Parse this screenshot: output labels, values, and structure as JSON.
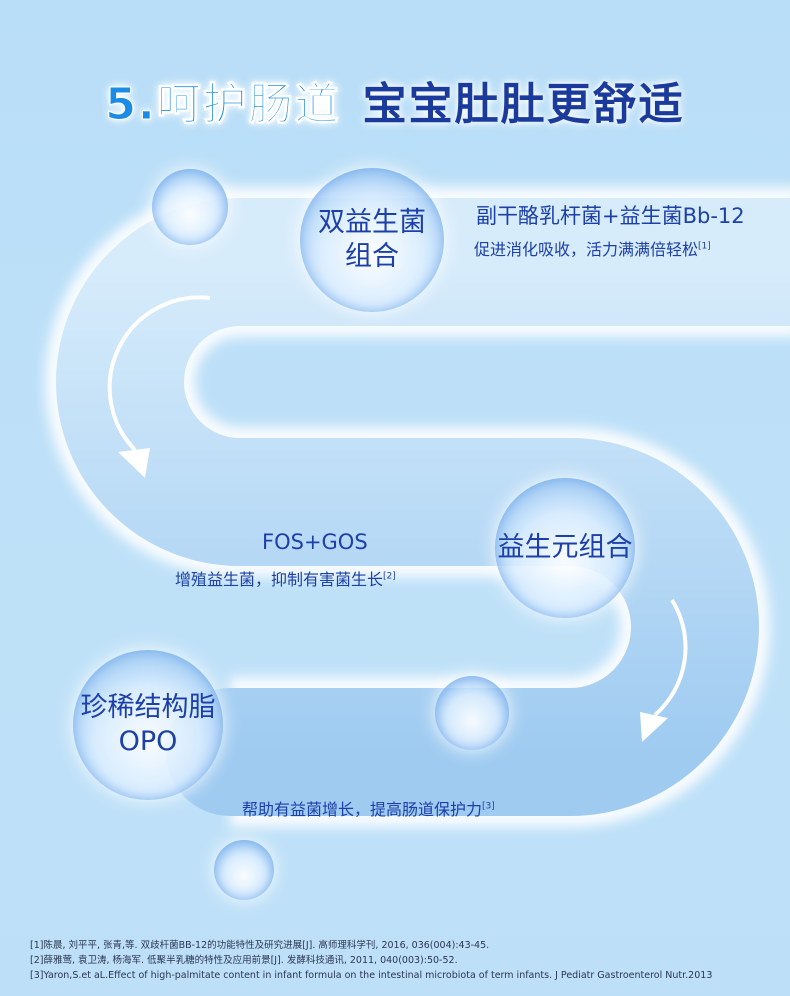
{
  "title": {
    "part1": "5.呵护肠道",
    "part2": "宝宝肚肚更舒适"
  },
  "sections": [
    {
      "bubble_line1": "双益生菌",
      "bubble_line2": "组合",
      "heading": "副干酪乳杆菌+益生菌Bb-12",
      "desc": "促进消化吸收，活力满满倍轻松",
      "ref": "[1]"
    },
    {
      "bubble_line1": "益生元组合",
      "heading": "FOS+GOS",
      "desc": "增殖益生菌，抑制有害菌生长",
      "ref": "[2]"
    },
    {
      "bubble_line1": "珍稀结构脂",
      "bubble_line2": "OPO",
      "desc": "帮助有益菌增长，提高肠道保护力",
      "ref": "[3]"
    }
  ],
  "references": [
    "[1]陈晨, 刘平平, 张青,等. 双歧杆菌BB-12的功能特性及研究进展[J]. 高师理科学刊, 2016, 036(004):43-45.",
    "[2]薛雅莺, 袁卫涛, 杨海军. 低聚半乳糖的特性及应用前景[J]. 发酵科技通讯, 2011, 040(003):50-52.",
    "[3]Yaron,S.et aL.Effect of high-palmitate content in infant formula on the intestinal microbiota of term infants. J Pediatr Gastroenterol Nutr.2013"
  ]
}
